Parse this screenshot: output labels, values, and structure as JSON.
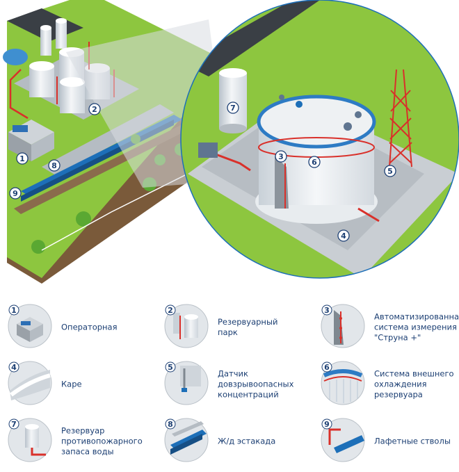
{
  "scene_callouts": [
    "1",
    "2",
    "3",
    "4",
    "5",
    "6",
    "7",
    "8",
    "9"
  ],
  "legend": [
    {
      "num": "1",
      "label": "Операторная"
    },
    {
      "num": "2",
      "label": "Резервуарный\nпарк"
    },
    {
      "num": "3",
      "label": "Автоматизированная\nсистема измерения\n\"Струна +\""
    },
    {
      "num": "4",
      "label": "Каре"
    },
    {
      "num": "5",
      "label": "Датчик\nдовзрывоопасных\nконцентраций"
    },
    {
      "num": "6",
      "label": "Система внешнего\nохлаждения\nрезервуара"
    },
    {
      "num": "7",
      "label": "Резервуар\nпротивопожарного\nзапаса воды"
    },
    {
      "num": "8",
      "label": "Ж/д эстакада"
    },
    {
      "num": "9",
      "label": "Лафетные стволы"
    }
  ],
  "colors": {
    "accent": "#1c3f73",
    "pipe": "#d9302a",
    "ground": "#8dc63f",
    "train": "#1d6fb8",
    "concrete": "#9aa1a8"
  },
  "icons": [
    "operator-room-icon",
    "tank-farm-icon",
    "measurement-system-icon",
    "bund-icon",
    "gas-sensor-icon",
    "cooling-system-icon",
    "water-tank-icon",
    "rail-trestle-icon",
    "fire-monitor-icon"
  ]
}
